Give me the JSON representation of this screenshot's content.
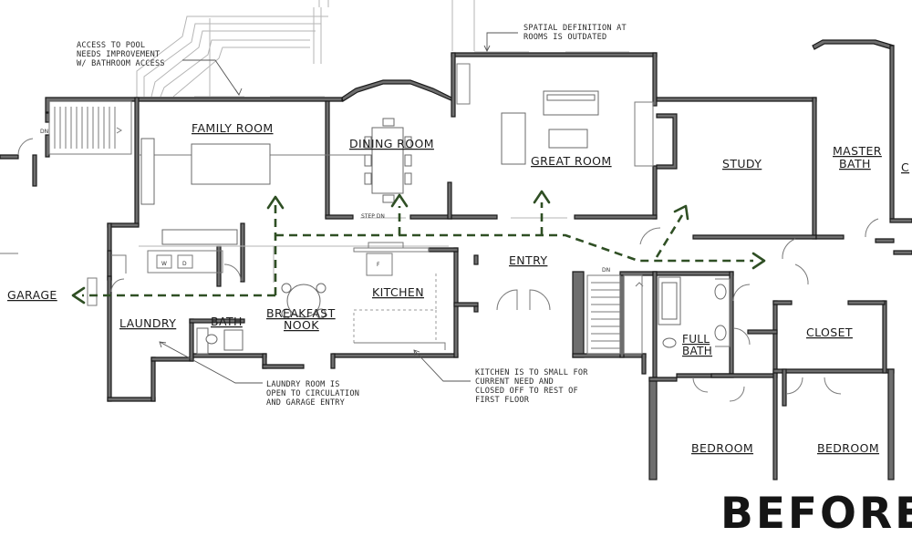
{
  "rooms": {
    "family_room": "FAMILY ROOM",
    "dining_room": "DINING ROOM",
    "great_room": "GREAT ROOM",
    "study": "STUDY",
    "master_bath_1": "MASTER",
    "master_bath_2": "BATH",
    "master_cut": "C",
    "garage": "GARAGE",
    "laundry": "LAUNDRY",
    "bath": "BATH",
    "breakfast_1": "BREAKFAST",
    "breakfast_2": "NOOK",
    "kitchen": "KITCHEN",
    "entry": "ENTRY",
    "full_bath_1": "FULL",
    "full_bath_2": "BATH",
    "closet": "CLOSET",
    "bedroom_1": "BEDROOM",
    "bedroom_2": "BEDROOM"
  },
  "small_labels": {
    "dn_left": "DN",
    "dn_stair": "DN",
    "step_dn": "STEP DN",
    "washer": "W",
    "dryer": "D",
    "fridge": "F"
  },
  "notes": {
    "pool": [
      "ACCESS TO POOL",
      "NEEDS IMPROVEMENT",
      "W/ BATHROOM ACCESS"
    ],
    "spatial": [
      "SPATIAL DEFINITION AT",
      "ROOMS IS OUTDATED"
    ],
    "laundry": [
      "LAUNDRY ROOM IS",
      "OPEN TO CIRCULATION",
      "AND GARAGE ENTRY"
    ],
    "kitchen": [
      "KITCHEN IS TO SMALL FOR",
      "CURRENT NEED AND",
      "CLOSED OFF TO REST OF",
      "FIRST FLOOR"
    ]
  },
  "stamp": "BEFORE",
  "colors": {
    "route": "#2f4f24",
    "wall_fill": "#6e6e6e",
    "ink": "#1c1c1c"
  }
}
